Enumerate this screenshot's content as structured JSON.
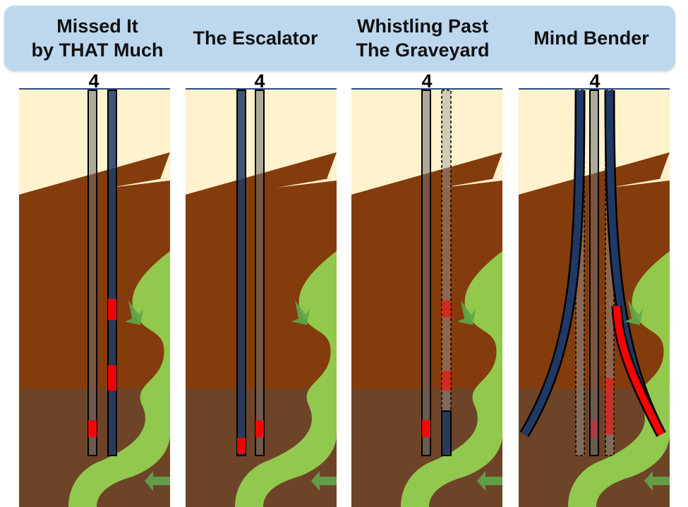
{
  "panels": [
    {
      "title": "Missed It\nby THAT Much",
      "well_label": "4"
    },
    {
      "title": "The Escalator",
      "well_label": "4"
    },
    {
      "title": "Whistling Past\nThe Graveyard",
      "well_label": "4"
    },
    {
      "title": "Mind Bender",
      "well_label": "4"
    }
  ],
  "colors": {
    "banner": "#bdd7ee",
    "sky": "#fff2cc",
    "upper_rock": "#843c0c",
    "lower_rock": "#6e4428",
    "reservoir": "#92d050",
    "existing_well": "#6e6e6e",
    "new_well": "#1f3864",
    "hit_zone": "#ff0000",
    "flow_arrow": "#5fa84a"
  }
}
